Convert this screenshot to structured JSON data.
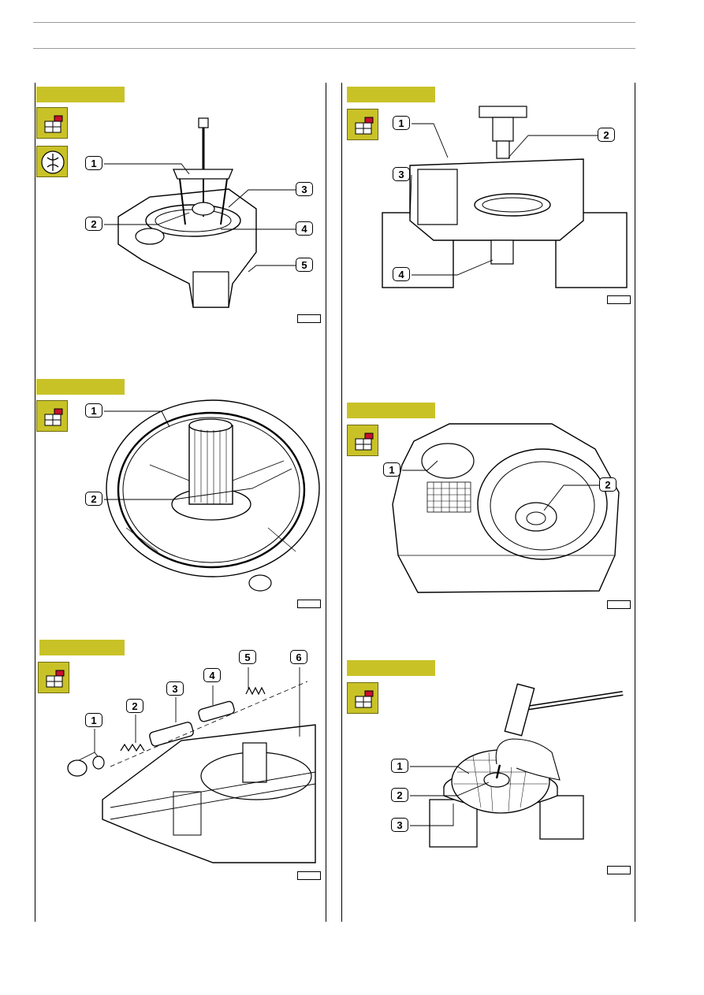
{
  "colors": {
    "section_bar": "#c9c227",
    "icon_accent": "#c8102e",
    "rule": "#9a9a9a"
  },
  "icons": {
    "procedure": "disassembly-icon",
    "tool": "puller-tool-icon"
  },
  "figures": [
    {
      "id": "fig-a",
      "callouts": [
        "1",
        "2",
        "3",
        "4",
        "5"
      ]
    },
    {
      "id": "fig-b",
      "callouts": [
        "1",
        "2",
        "3",
        "4"
      ]
    },
    {
      "id": "fig-c",
      "callouts": [
        "1",
        "2"
      ]
    },
    {
      "id": "fig-d",
      "callouts": [
        "1",
        "2"
      ]
    },
    {
      "id": "fig-e",
      "callouts": [
        "1",
        "2",
        "3",
        "4",
        "5",
        "6"
      ]
    },
    {
      "id": "fig-f",
      "callouts": [
        "1",
        "2",
        "3"
      ]
    }
  ]
}
